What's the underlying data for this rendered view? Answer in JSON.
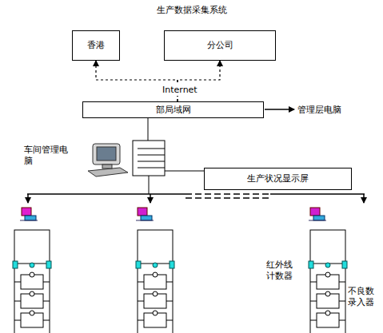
{
  "diagram": {
    "title": "生产数据采集系统",
    "nodes": [
      {
        "text": [
          "香港"
        ]
      },
      {
        "text": [
          "分公司"
        ]
      },
      {
        "text": [
          "部局域网"
        ]
      },
      {
        "text": [
          "生产状况显示屏"
        ]
      }
    ],
    "edges": [
      {
        "from": 2,
        "to": 0,
        "arrow": "to"
      },
      {
        "from": 2,
        "to": 1,
        "arrow": "to"
      }
    ],
    "labels": [
      "Internet",
      "管理层电脑",
      "车间管理电脑",
      "红外线 计数器",
      "不良数 录入器"
    ]
  }
}
